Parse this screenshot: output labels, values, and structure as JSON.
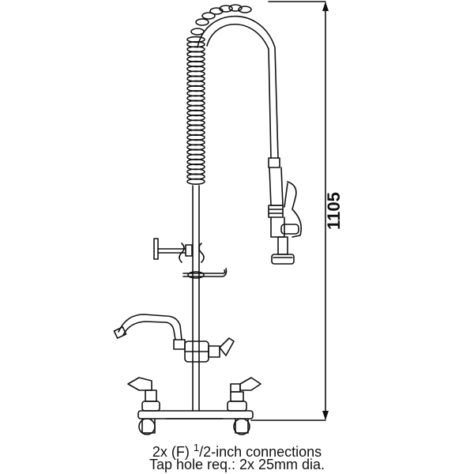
{
  "dimension": {
    "height_label": "1105"
  },
  "caption": {
    "line1_prefix": "2x (F) ",
    "line1_fraction_num": "1",
    "line1_fraction_rest": "/2-inch connections",
    "line2": "Tap hole req.: 2x 25mm dia."
  },
  "colors": {
    "line": "#111111",
    "background": "#ffffff"
  }
}
